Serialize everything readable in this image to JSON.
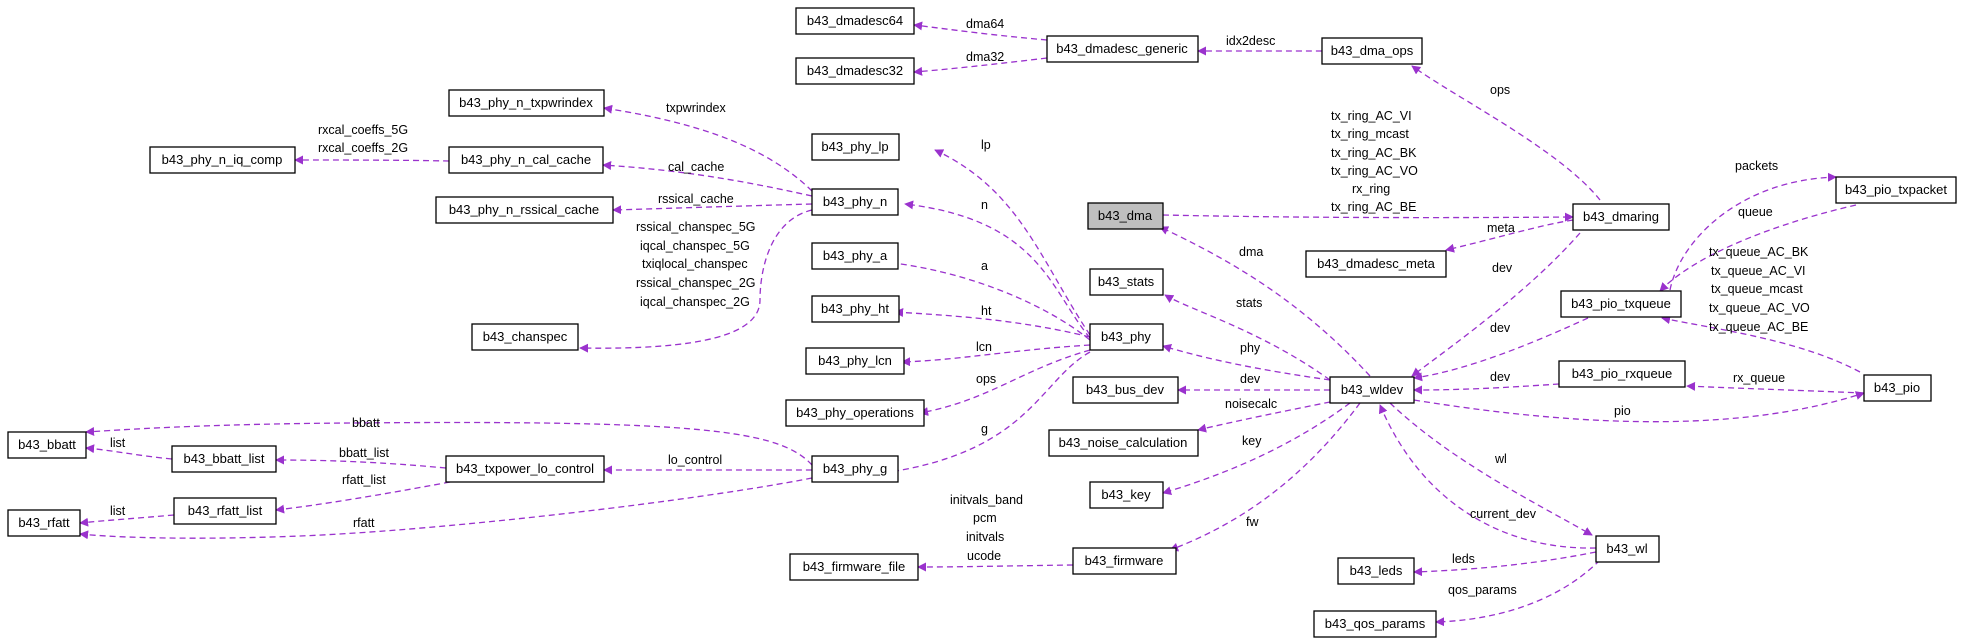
{
  "diagram": {
    "edge_color": "#9a32cd",
    "focus_fill": "#bfbfbf",
    "nodes": {
      "dmadesc64": "b43_dmadesc64",
      "dmadesc32": "b43_dmadesc32",
      "dmadesc_generic": "b43_dmadesc_generic",
      "dma_ops": "b43_dma_ops",
      "txpwrindex": "b43_phy_n_txpwrindex",
      "iq_comp": "b43_phy_n_iq_comp",
      "cal_cache": "b43_phy_n_cal_cache",
      "rssical_cache": "b43_phy_n_rssical_cache",
      "chanspec": "b43_chanspec",
      "phy_lp": "b43_phy_lp",
      "phy_n": "b43_phy_n",
      "phy_a": "b43_phy_a",
      "phy_ht": "b43_phy_ht",
      "phy_lcn": "b43_phy_lcn",
      "phy_operations": "b43_phy_operations",
      "phy_g": "b43_phy_g",
      "dma": "b43_dma",
      "stats": "b43_stats",
      "phy": "b43_phy",
      "bus_dev": "b43_bus_dev",
      "noise": "b43_noise_calculation",
      "key": "b43_key",
      "firmware": "b43_firmware",
      "firmware_file": "b43_firmware_file",
      "dmaring": "b43_dmaring",
      "dmadesc_meta": "b43_dmadesc_meta",
      "wldev": "b43_wldev",
      "pio_txqueue": "b43_pio_txqueue",
      "pio_rxqueue": "b43_pio_rxqueue",
      "pio_txpacket": "b43_pio_txpacket",
      "pio": "b43_pio",
      "wl": "b43_wl",
      "leds": "b43_leds",
      "qos_params": "b43_qos_params",
      "bbatt": "b43_bbatt",
      "bbatt_list": "b43_bbatt_list",
      "txpower_lo_control": "b43_txpower_lo_control",
      "rfatt_list": "b43_rfatt_list",
      "rfatt": "b43_rfatt"
    },
    "edge_labels": {
      "dma64": "dma64",
      "dma32": "dma32",
      "idx2desc": "idx2desc",
      "ops_dma": "ops",
      "txpwrindex": "txpwrindex",
      "rxcal_1": "rxcal_coeffs_5G",
      "rxcal_2": "rxcal_coeffs_2G",
      "cal_cache": "cal_cache",
      "rssical_cache": "rssical_cache",
      "chanspec_1": "rssical_chanspec_5G",
      "chanspec_2": "iqcal_chanspec_5G",
      "chanspec_3": "txiqlocal_chanspec",
      "chanspec_4": "rssical_chanspec_2G",
      "chanspec_5": "iqcal_chanspec_2G",
      "lp": "lp",
      "n": "n",
      "a": "a",
      "ht": "ht",
      "lcn": "lcn",
      "ops_phy": "ops",
      "g": "g",
      "ring_1": "tx_ring_AC_VI",
      "ring_2": "tx_ring_mcast",
      "ring_3": "tx_ring_AC_BK",
      "ring_4": "tx_ring_AC_VO",
      "ring_5": "rx_ring",
      "ring_6": "tx_ring_AC_BE",
      "meta": "meta",
      "dev_dmaring": "dev",
      "dma": "dma",
      "stats": "stats",
      "phy": "phy",
      "dev_bus": "dev",
      "noisecalc": "noisecalc",
      "key": "key",
      "fw": "fw",
      "fw_1": "initvals_band",
      "fw_2": "pcm",
      "fw_3": "initvals",
      "fw_4": "ucode",
      "packets": "packets",
      "queue": "queue",
      "txq_1": "tx_queue_AC_BK",
      "txq_2": "tx_queue_AC_VI",
      "txq_3": "tx_queue_mcast",
      "txq_4": "tx_queue_AC_VO",
      "txq_5": "tx_queue_AC_BE",
      "dev_txq": "dev",
      "dev_rxq": "dev",
      "rx_queue": "rx_queue",
      "pio": "pio",
      "wl": "wl",
      "current_dev": "current_dev",
      "leds": "leds",
      "qos_params": "qos_params",
      "bbatt": "bbatt",
      "bbatt_list": "bbatt_list",
      "list_bbatt": "list",
      "lo_control": "lo_control",
      "rfatt_list": "rfatt_list",
      "list_rfatt": "list",
      "rfatt": "rfatt"
    }
  }
}
